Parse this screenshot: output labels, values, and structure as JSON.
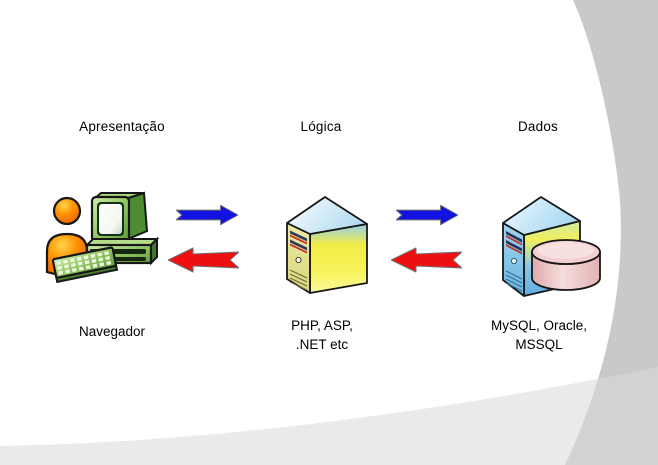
{
  "slide": {
    "tiers": [
      {
        "id": "apresentacao",
        "header": "Apresentação",
        "caption_lines": [
          "Navegador"
        ],
        "icon": "user-with-computer-icon"
      },
      {
        "id": "logica",
        "header": "Lógica",
        "caption_lines": [
          "PHP, ASP,",
          ".NET etc"
        ],
        "icon": "application-server-icon"
      },
      {
        "id": "dados",
        "header": "Dados",
        "caption_lines": [
          "MySQL, Oracle,",
          "MSSQL"
        ],
        "icon": "database-server-icon"
      }
    ],
    "arrows": {
      "request_color": "#1212e2",
      "response_color": "#ee1010",
      "request_icon": "arrow-right-icon",
      "response_icon": "arrow-left-icon"
    },
    "background": {
      "curve_color": "#c9c9c9",
      "band_color": "#d9d9d9"
    },
    "text_color": "#000000"
  }
}
